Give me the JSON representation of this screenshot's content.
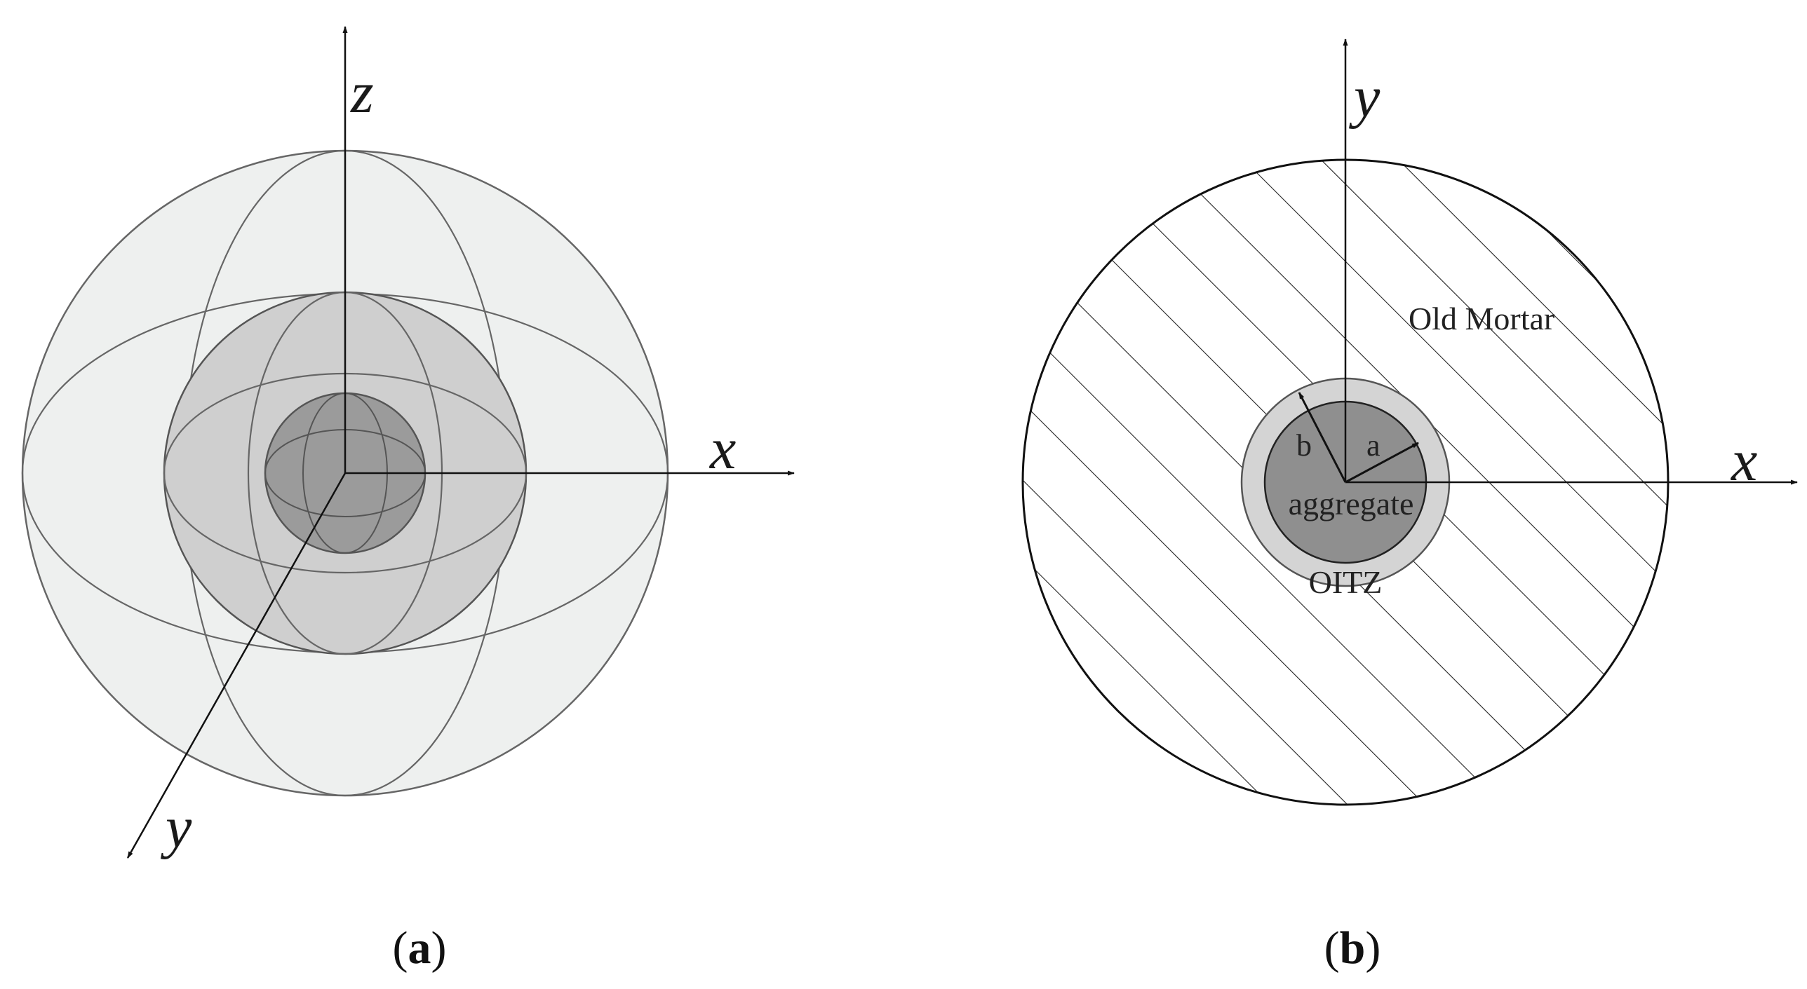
{
  "panel_a": {
    "axes": {
      "x": "x",
      "y": "y",
      "z": "z"
    },
    "caption": {
      "open": "(",
      "letter": "a",
      "close": ")"
    }
  },
  "panel_b": {
    "axes": {
      "x": "x",
      "y": "y"
    },
    "regions": {
      "outer": "Old Mortar",
      "middle": "OITZ",
      "inner": "aggregate"
    },
    "radii": {
      "inner": "a",
      "outer": "b"
    },
    "caption": {
      "open": "(",
      "letter": "b",
      "close": ")"
    }
  },
  "colors": {
    "outer_sphere": "#eef0ef",
    "middle_sphere": "#cfcfcf",
    "inner_sphere": "#9b9b9b",
    "oitz_ring": "#d4d4d4",
    "aggregate": "#8f8f8f",
    "line": "#555555",
    "ink": "#111111"
  }
}
